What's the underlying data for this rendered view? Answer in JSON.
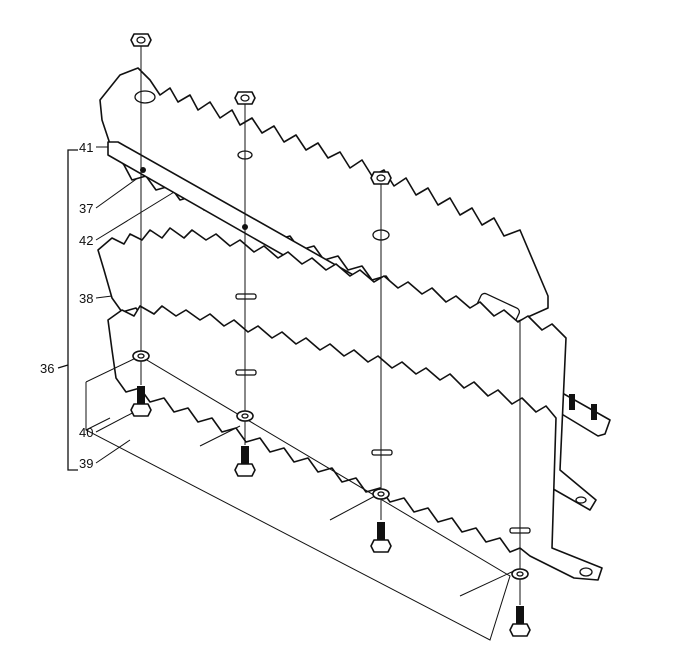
{
  "parts": [
    {
      "id": "41",
      "label": "41"
    },
    {
      "id": "37",
      "label": "37"
    },
    {
      "id": "42",
      "label": "42"
    },
    {
      "id": "38",
      "label": "38"
    },
    {
      "id": "36",
      "label": "36"
    },
    {
      "id": "40",
      "label": "40"
    },
    {
      "id": "39",
      "label": "39"
    }
  ],
  "colors": {
    "line": "#111111",
    "background": "#ffffff"
  }
}
